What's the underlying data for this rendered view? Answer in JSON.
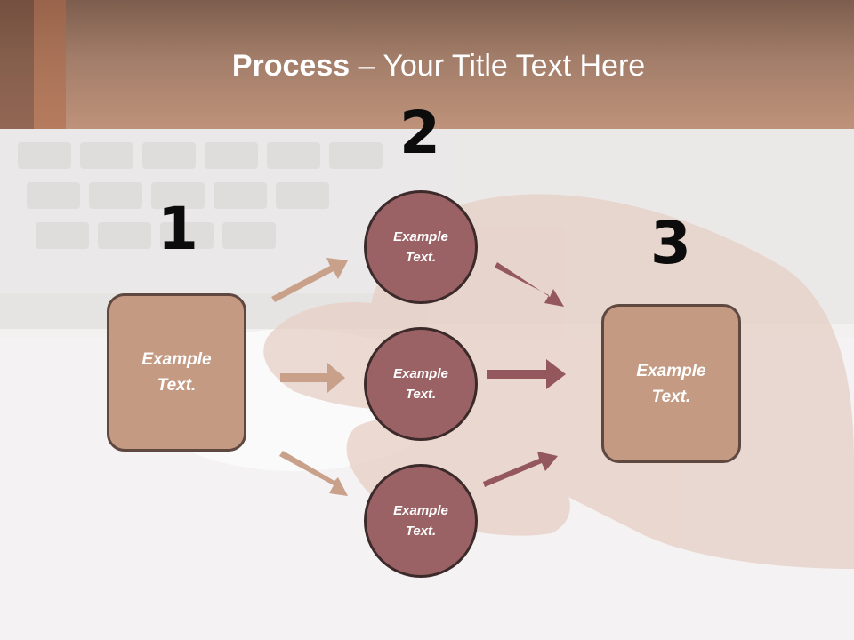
{
  "slide": {
    "title_bold": "Process",
    "title_rest": " – Your Title Text Here",
    "steps": [
      "1",
      "2",
      "3"
    ],
    "left_box": "Example\nText.",
    "right_box": "Example\nText.",
    "circles": [
      "Example\nText.",
      "Example\nText.",
      "Example\nText."
    ]
  },
  "colors": {
    "header": "#bf927a",
    "box_fill": "#c49a83",
    "circle_fill": "#9a6265",
    "arrow_light": "#c9a18a",
    "arrow_dark": "#94575b"
  },
  "background_image": {
    "subject": "hand on computer mouse beside laptop keyboard"
  }
}
